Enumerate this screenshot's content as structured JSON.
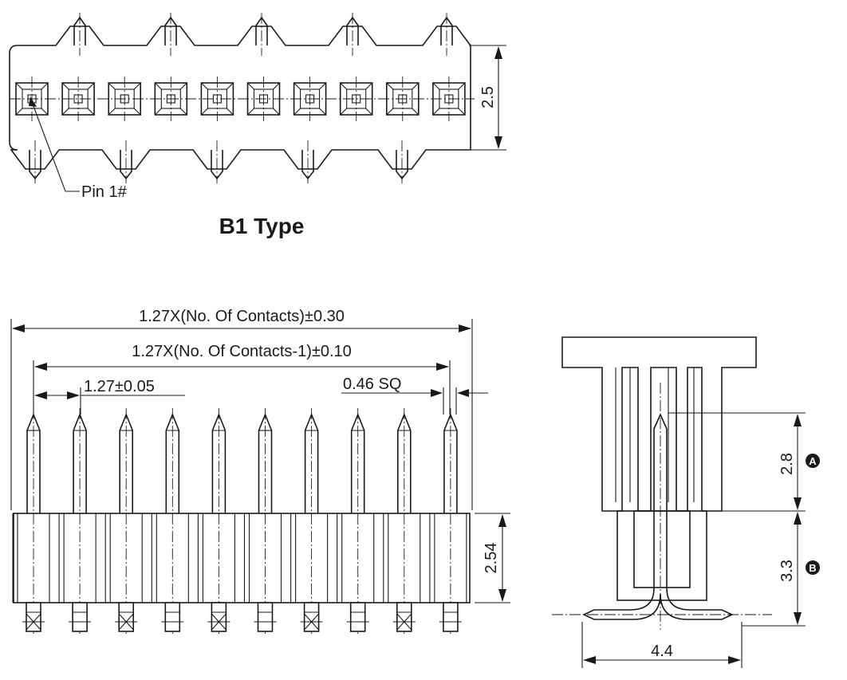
{
  "top_view": {
    "pin_label": "Pin 1#",
    "height_dim": "2.5",
    "title": "B1 Type"
  },
  "front_view": {
    "overall_length": "1.27X(No. Of Contacts)±0.30",
    "pin_span": "1.27X(No. Of Contacts-1)±0.10",
    "pitch": "1.27±0.05",
    "pin_size": "0.46 SQ",
    "body_height": "2.54"
  },
  "side_view": {
    "dim_a": "2.8",
    "dim_b": "3.3",
    "badge_a": "A",
    "badge_b": "B",
    "foot_width": "4.4"
  }
}
